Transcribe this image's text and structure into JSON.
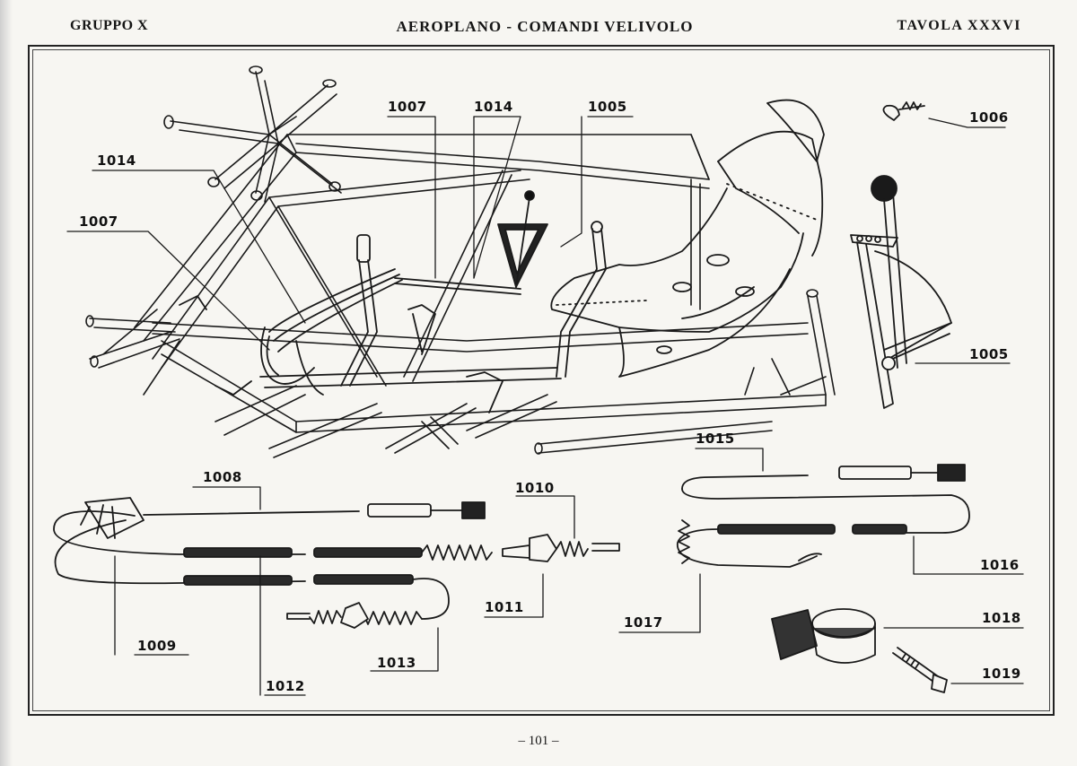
{
  "header": {
    "left": "GRUPPO X",
    "center": "AEROPLANO - COMANDI VELIVOLO",
    "right": "TAVOLA XXXVI"
  },
  "footer": {
    "page": "– 101 –"
  },
  "callouts": {
    "c1007_top": "1007",
    "c1014_top": "1014",
    "c1005_top": "1005",
    "c1006": "1006",
    "c1014_left": "1014",
    "c1007_left": "1007",
    "c1005_right": "1005",
    "c1015": "1015",
    "c1008": "1008",
    "c1010": "1010",
    "c1016": "1016",
    "c1011": "1011",
    "c1017": "1017",
    "c1018": "1018",
    "c1009": "1009",
    "c1013": "1013",
    "c1019": "1019",
    "c1012": "1012"
  }
}
